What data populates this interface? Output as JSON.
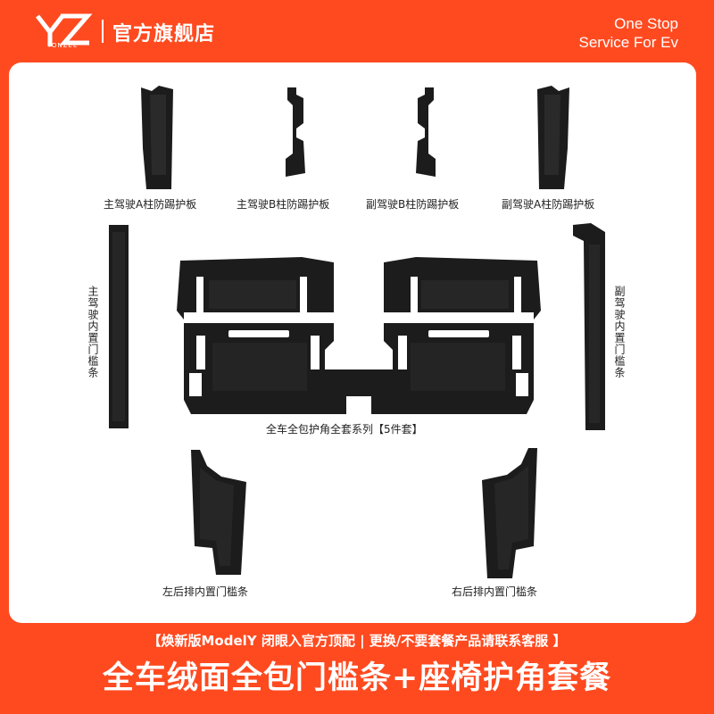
{
  "brand": {
    "logo_text": "YZ",
    "logo_sub": "YONZEE",
    "store_name": "官方旗舰店",
    "slogan_line1": "One Stop",
    "slogan_line2": "Service For Ev"
  },
  "parts": {
    "driver_a_pillar": "主驾驶A柱防踢护板",
    "driver_b_pillar": "主驾驶B柱防踢护板",
    "passenger_b_pillar": "副驾驶B柱防踢护板",
    "passenger_a_pillar": "副驾驶A柱防踢护板",
    "driver_sill": "主驾驶内置门槛条",
    "passenger_sill": "副驾驶内置门槛条",
    "seat_set": "全车全包护角全套系列【5件套】",
    "rear_left_sill": "左后排内置门槛条",
    "rear_right_sill": "右后排内置门槛条"
  },
  "banner": {
    "strip": "【焕新版ModelY 闭眼入官方顶配 | 更换/不要套餐产品请联系客服 】",
    "headline": "全车绒面全包门槛条+座椅护角套餐"
  },
  "colors": {
    "brand_orange": "#ff4a20",
    "part_black": "#1c1c1c",
    "panel_white": "#ffffff"
  }
}
